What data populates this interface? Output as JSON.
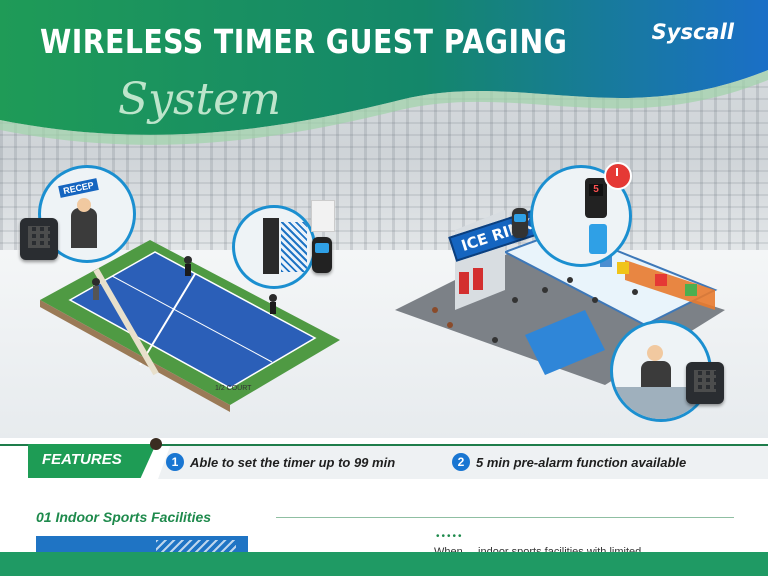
{
  "header": {
    "title": "WIRELESS TIMER GUEST PAGING",
    "subtitle": "System",
    "brand": "Syscall"
  },
  "illustration": {
    "reception_sign": "RECEP",
    "rink_sign": "ICE RINK",
    "court_label": "1/2 COURT",
    "pager_display": "5"
  },
  "features": {
    "label": "FEATURES",
    "items": [
      {
        "number": "1",
        "text": "Able to set the timer up to 99 min"
      },
      {
        "number": "2",
        "text": "5 min pre-alarm function available"
      }
    ]
  },
  "section": {
    "title": "01 Indoor Sports Facilities",
    "dots": "•••••",
    "body_text": "When ... indoor sports facilities with limited..."
  },
  "colors": {
    "green": "#1e9c55",
    "blue": "#1976d2",
    "court": "#2b5fb8"
  }
}
